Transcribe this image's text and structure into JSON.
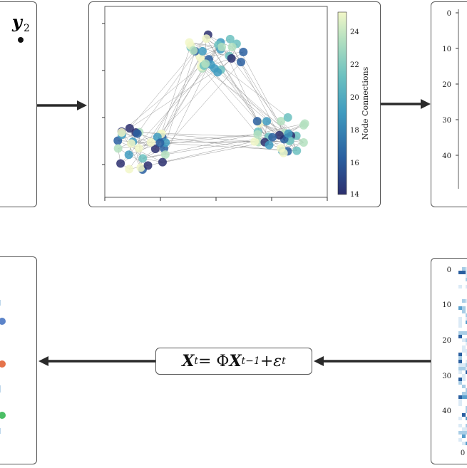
{
  "panel_a": {
    "node_label": "y",
    "node_subscript": "2"
  },
  "network": {
    "colorbar": {
      "label": "Node Connections",
      "ticks": [
        "24",
        "22",
        "20",
        "18",
        "16",
        "14"
      ],
      "min": 14,
      "max": 25
    }
  },
  "matrix_top": {
    "yticks": [
      "0",
      "10",
      "20",
      "30",
      "40"
    ]
  },
  "matrix_bottom": {
    "yticks": [
      "0",
      "10",
      "20",
      "30",
      "40"
    ],
    "xtick_first": "0"
  },
  "equation": {
    "text": "X_t = ΦX_{t−1} + ε_t",
    "lhs": "X",
    "lhs_sub": "t",
    "eq": " = Φ",
    "rhs_var": "X",
    "rhs_sub": "t−1",
    "plus": " + ",
    "eps": "ε",
    "eps_sub": "t"
  },
  "colors": {
    "arrow": "#2a2a2a",
    "panel_border": "#555555",
    "colormap": [
      "#2c2f6e",
      "#2a5fa0",
      "#3f9bbf",
      "#6cc1c0",
      "#b4e0c0",
      "#f2f7c8"
    ]
  }
}
